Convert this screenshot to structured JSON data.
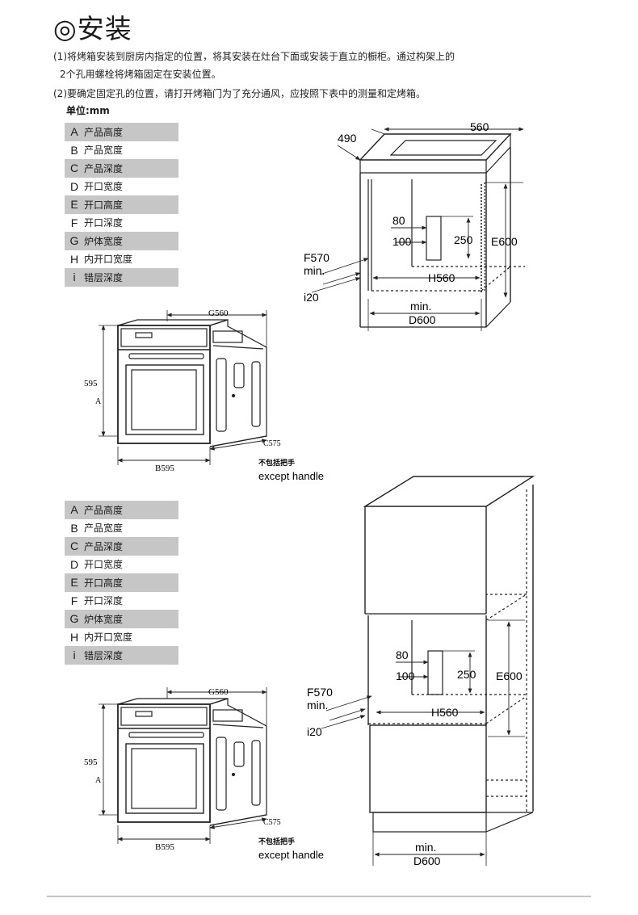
{
  "header": {
    "title": "◎安装",
    "para1_line1": "(1)将烤箱安装到厨房内指定的位置，将其安装在灶台下面或安装于直立的橱柜。通过构架上的",
    "para1_line2": "2个孔用螺栓将烤箱固定在安装位置。",
    "para2": "(2)要确定固定孔的位置，请打开烤箱门为了充分通风，应按照下表中的测量和定烤箱。",
    "unit": "单位:mm"
  },
  "legend": [
    {
      "letter": "A",
      "label": "产品高度"
    },
    {
      "letter": "B",
      "label": "产品宽度"
    },
    {
      "letter": "C",
      "label": "产品深度"
    },
    {
      "letter": "D",
      "label": "开口宽度"
    },
    {
      "letter": "E",
      "label": "开口高度"
    },
    {
      "letter": "F",
      "label": "开口深度"
    },
    {
      "letter": "G",
      "label": "炉体宽度"
    },
    {
      "letter": "H",
      "label": "内开口宽度"
    },
    {
      "letter": "i",
      "label": "错层深度"
    }
  ],
  "oven_dims": {
    "g": "G560",
    "height": "595",
    "a": "A",
    "b": "B595",
    "c": "C575",
    "note_cn": "不包括把手",
    "note_en": "except handle"
  },
  "cabinet_under_counter": {
    "dim_490": "490",
    "dim_560": "560",
    "dim_80": "80",
    "dim_100": "100",
    "dim_250": "250",
    "e": "E600",
    "f": "F570",
    "f_min": "min.",
    "h": "H560",
    "i": "i20",
    "d_min": "min.",
    "d": "D600"
  },
  "cabinet_tall": {
    "dim_80": "80",
    "dim_100": "100",
    "dim_250": "250",
    "e": "E600",
    "f": "F570",
    "f_min": "min.",
    "h": "H560",
    "i": "i20",
    "d_min": "min.",
    "d": "D600"
  }
}
